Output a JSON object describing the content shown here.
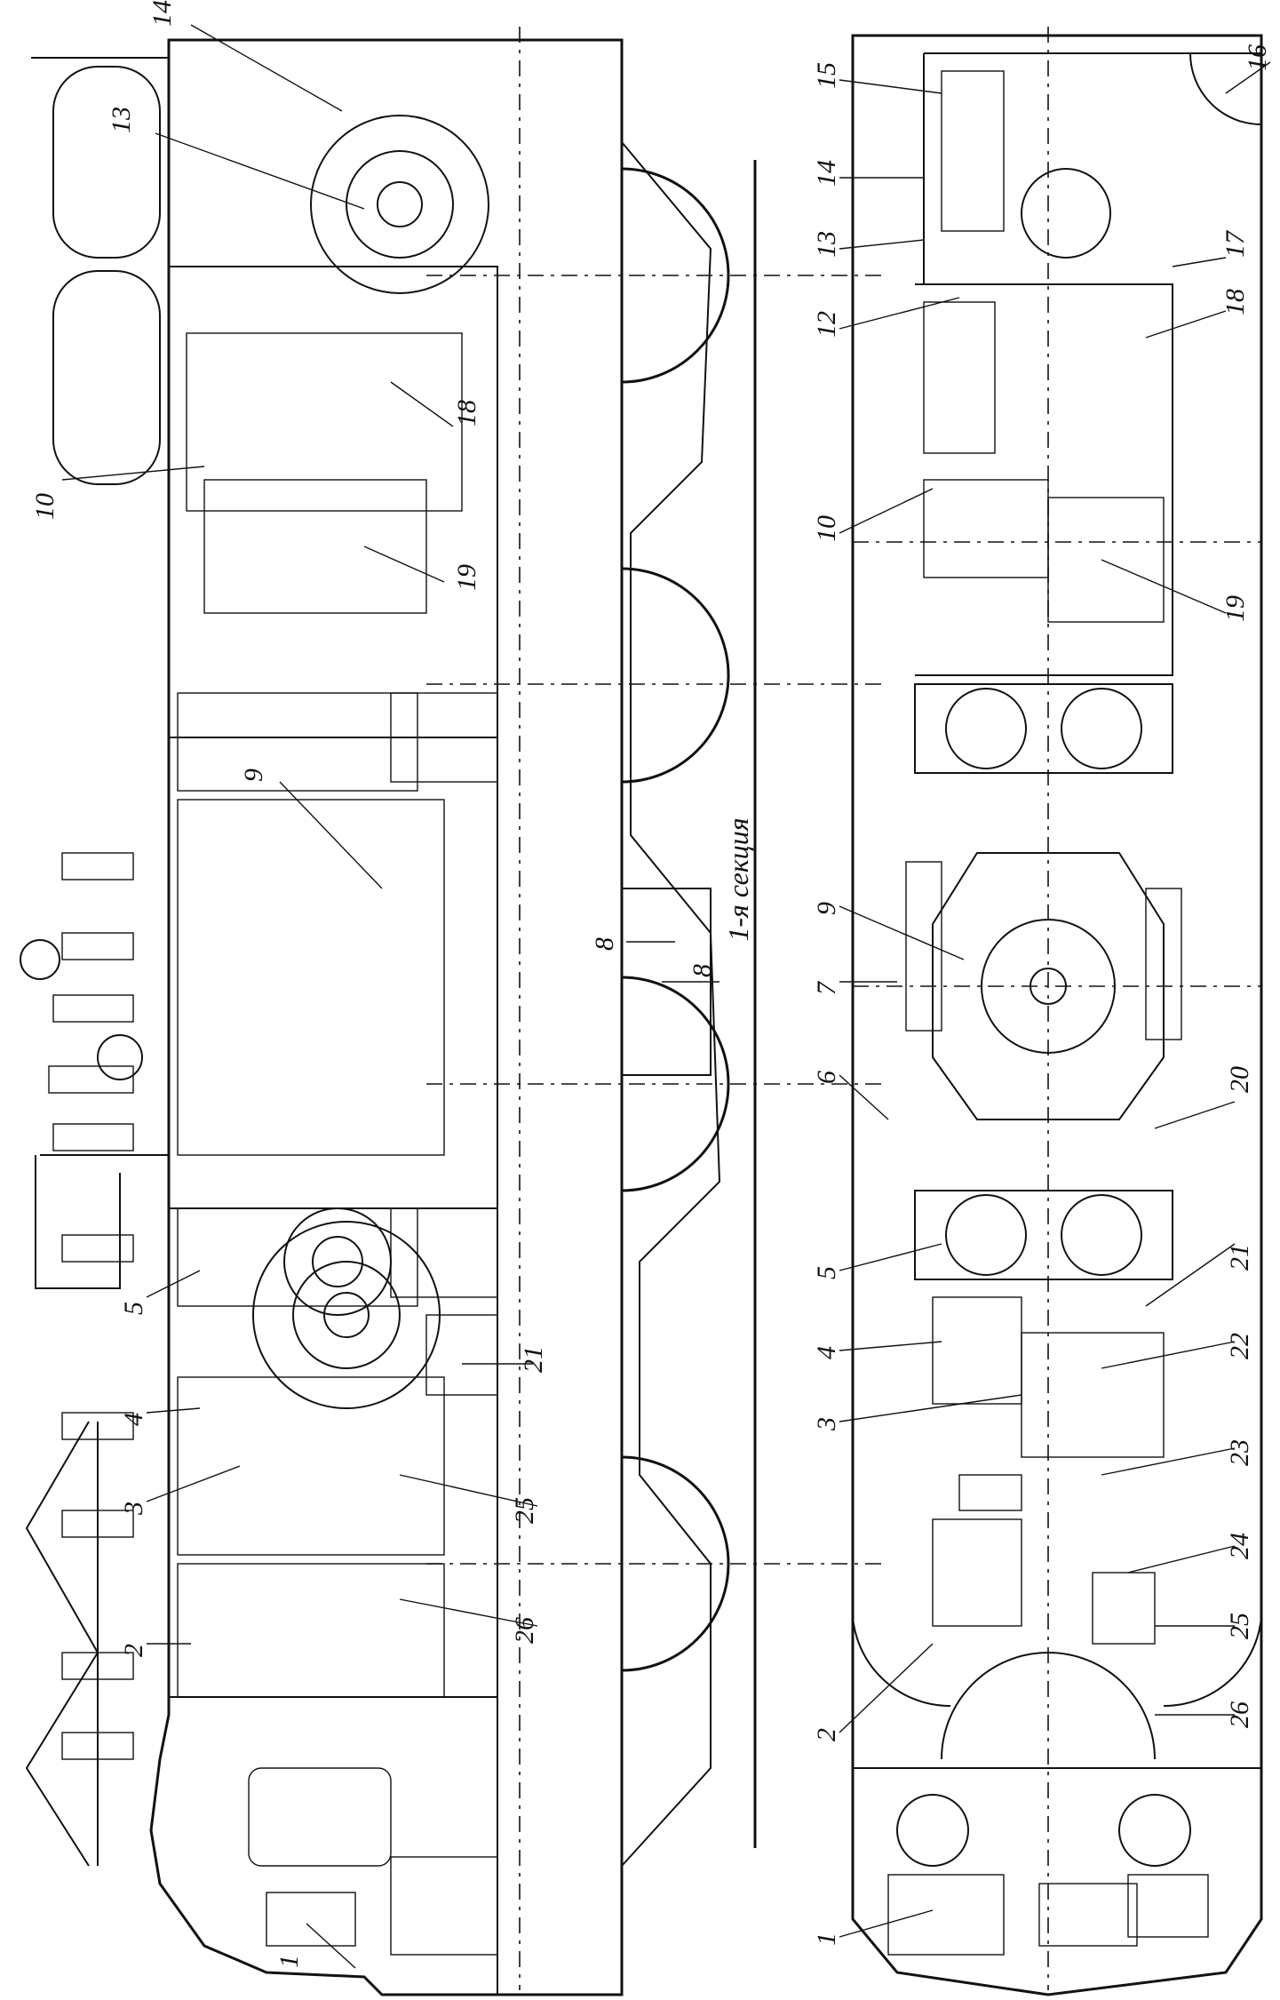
{
  "section_label": "1-я секция",
  "side_view": {
    "labels": [
      "14",
      "13",
      "10",
      "18",
      "19",
      "9",
      "5",
      "4",
      "3",
      "2",
      "21",
      "25",
      "26",
      "8",
      "1"
    ]
  },
  "plan_view": {
    "labels": [
      "15",
      "16",
      "14",
      "13",
      "17",
      "12",
      "18",
      "10",
      "19",
      "9",
      "8",
      "7",
      "6",
      "20",
      "5",
      "21",
      "4",
      "22",
      "3",
      "23",
      "24",
      "25",
      "26",
      "2",
      "1"
    ]
  }
}
